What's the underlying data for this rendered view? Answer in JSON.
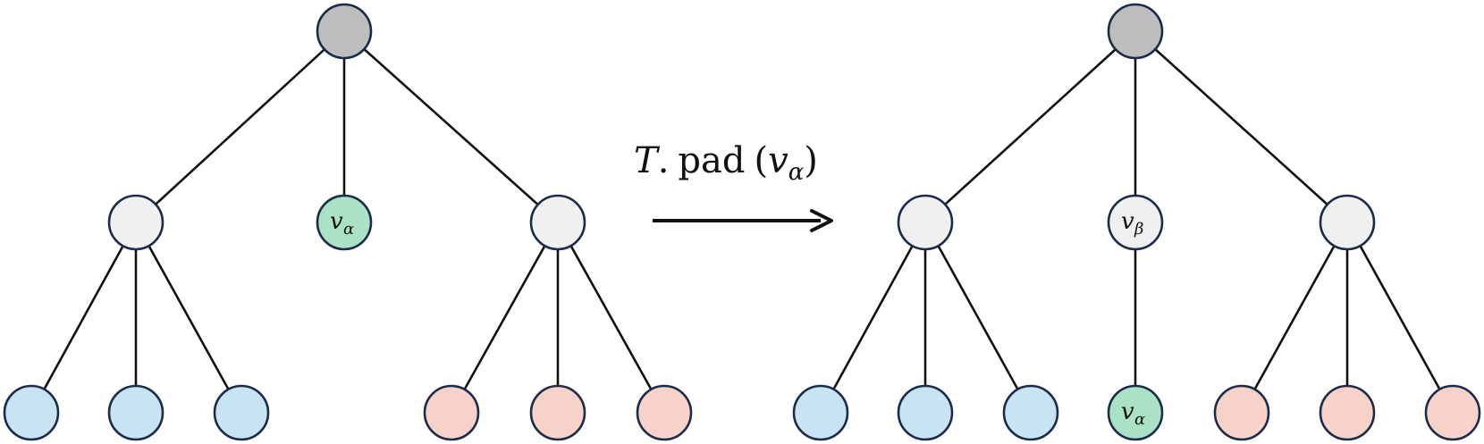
{
  "colors": {
    "root": "#bdbdbd",
    "internal": "#f0f0f0",
    "left_leaf": "#c8e3f1",
    "right_leaf": "#f7d2c8",
    "highlight": "#a9e2c4",
    "outline": "#1b2b4b",
    "edge": "#111111"
  },
  "operation": {
    "t": "T",
    "dot": ".",
    "func": "pad",
    "open": "(",
    "var": "v",
    "sub": "α",
    "close": ")"
  },
  "left_tree": {
    "v_alpha": {
      "main": "v",
      "sub": "α"
    }
  },
  "right_tree": {
    "v_beta": {
      "main": "v",
      "sub": "β"
    },
    "v_alpha": {
      "main": "v",
      "sub": "α"
    }
  }
}
